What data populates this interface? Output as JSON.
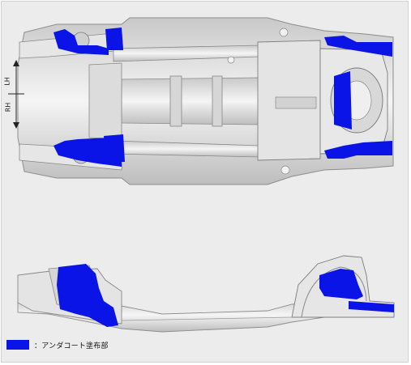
{
  "orientation": {
    "lh_label": "LH",
    "rh_label": "RH"
  },
  "legend": {
    "swatch_color": "#0a14e6",
    "label": "：アンダコート塗布部"
  },
  "colors": {
    "background": "#ececec",
    "coating": "#0a14e6",
    "body_steel": "#d9d9d9",
    "body_shadow": "#9c9c9c"
  }
}
